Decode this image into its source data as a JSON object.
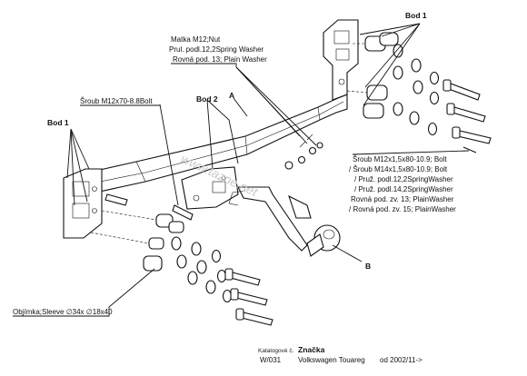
{
  "labels": {
    "bod1_top": "Bod 1",
    "bod1_left": "Bod 1",
    "bod2": "Bod 2",
    "point_a": "A",
    "point_b": "B",
    "nut_block": [
      "Matka M12;Nut",
      "Prul. podl.12,2Spring Washer",
      "Rovná pod. 13; Plain Washer"
    ],
    "bolt_left": "Šroub M12x70-8.8Bolt",
    "bolt_right_block": [
      "Šroub M12x1,5x80-10.9; Bolt",
      "/ Šroub M14x1,5x80-10.9; Bolt",
      "/ Pruž. podl.12,2SpringWasher",
      "/ Pruž. podl.14,2SpringWasher",
      "Rovná pod. zv. 13; PlainWasher",
      "/ Rovná pod. zv. 15; PlainWasher"
    ],
    "sleeve": "Objímka;Sleeve  ∅34x ∅18x40"
  },
  "footer": {
    "catalog_label": "Katalogové č.",
    "catalog_number": "W/031",
    "brand_label": "Značka",
    "brand": "Volkswagen Touareg",
    "date": "od 2002/11->"
  }
}
